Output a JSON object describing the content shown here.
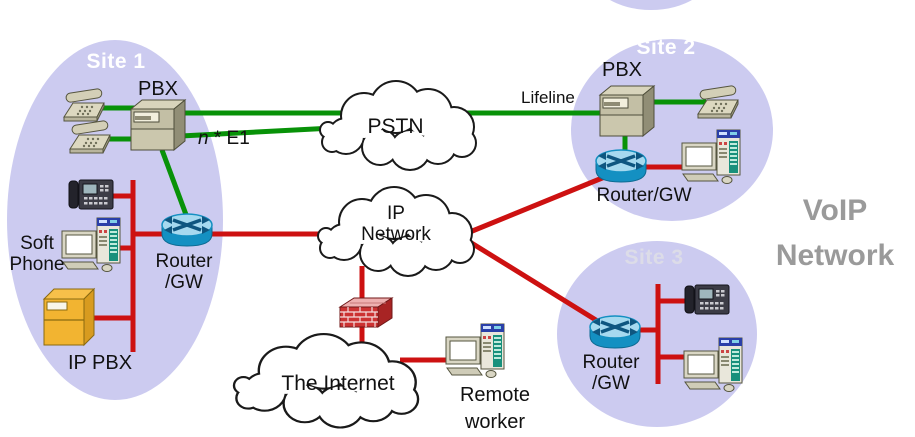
{
  "diagram_title": {
    "line1": "VoIP",
    "line2": "Network"
  },
  "clouds": {
    "pstn": "PSTN",
    "ip_network": {
      "line1": "IP",
      "line2": "Network"
    },
    "internet": "The Internet"
  },
  "sites": {
    "site1": {
      "name": "Site 1",
      "pbx_label": "PBX",
      "trunk_label_n": "n",
      "trunk_label_rest": " * E1",
      "softphone": {
        "line1": "Soft",
        "line2": "Phone"
      },
      "ip_pbx_label": "IP PBX",
      "router": {
        "line1": "Router",
        "line2": "/GW"
      }
    },
    "site2": {
      "name": "Site 2",
      "pbx_label": "PBX",
      "lifeline_label": "Lifeline",
      "router_label": "Router/GW"
    },
    "site3": {
      "name": "Site 3",
      "router": {
        "line1": "Router",
        "line2": "/GW"
      }
    }
  },
  "remote_worker": {
    "line1": "Remote",
    "line2": "worker"
  },
  "icons": [
    "router-icon",
    "pbx-icon",
    "analog-phone-icon",
    "ip-phone-icon",
    "workstation-icon",
    "ip-pbx-icon",
    "firewall-icon",
    "cloud-shape"
  ],
  "colors": {
    "site_fill": "#cccbf0",
    "pstn_link_green": "#089208",
    "ip_link_red": "#cd1111",
    "title_gray": "#9a9a9a",
    "router_blue": "#1490c2",
    "pbx_beige": "#cbc7ad",
    "ip_pbx_orange": "#f2b431",
    "firewall_red": "#cc3333"
  }
}
